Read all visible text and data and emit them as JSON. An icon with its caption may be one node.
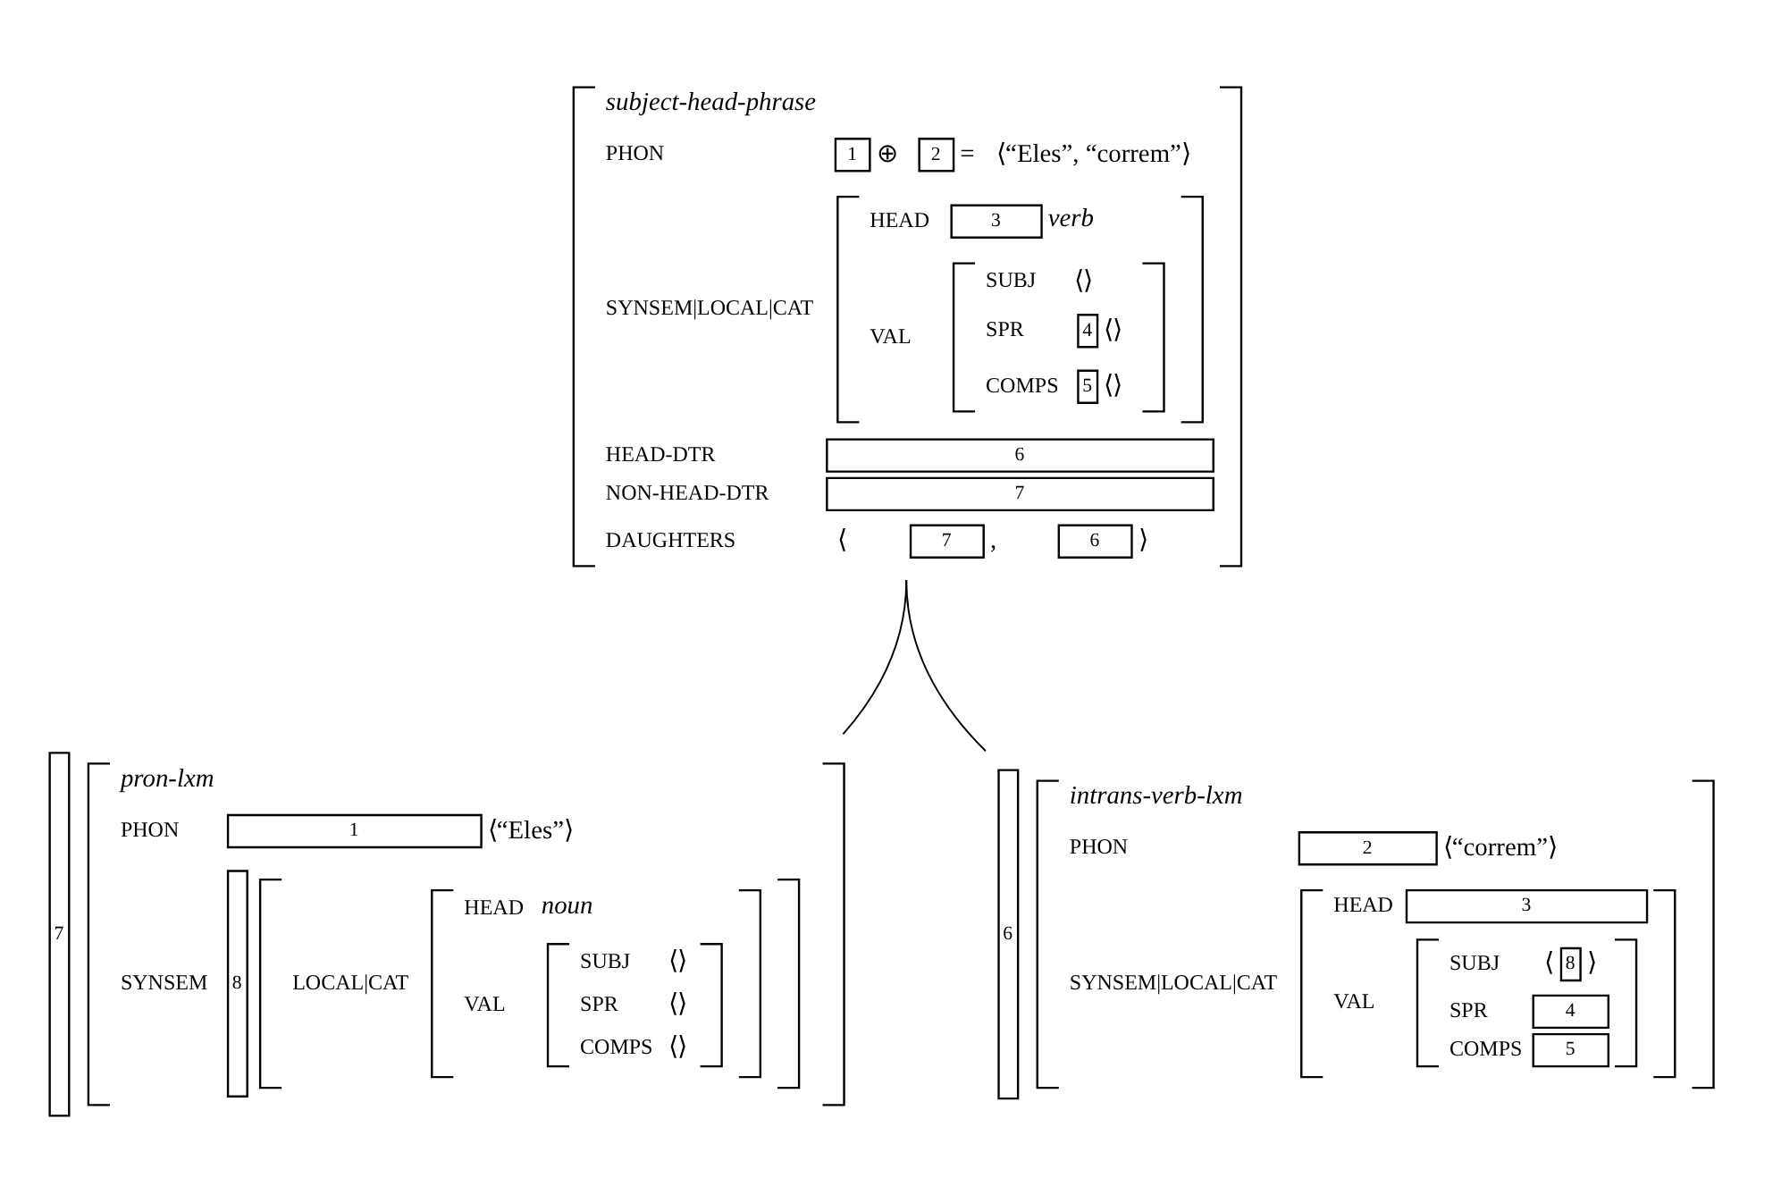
{
  "diagram": {
    "nodes": [
      {
        "text": [
          "subject-head-phrase",
          "PHON",
          "1",
          "⊕",
          "2",
          "=",
          "⟨“Eles”, “correm”⟩",
          "SYNSEM|LOCAL|CAT",
          "HEAD",
          "3",
          "verb",
          "VAL",
          "SUBJ",
          "⟨⟩",
          "SPR",
          "4",
          "⟨⟩",
          "COMPS",
          "5",
          "⟨⟩",
          "HEAD-DTR",
          "6",
          "NON-HEAD-DTR",
          "7",
          "DAUGHTERS",
          "⟨",
          "7",
          ",",
          "6",
          "⟩"
        ]
      },
      {
        "text": [
          "7",
          "pron-lxm",
          "PHON",
          "1",
          "⟨“Eles”⟩",
          "SYNSEM",
          "8",
          "LOCAL|CAT",
          "HEAD",
          "noun",
          "VAL",
          "SUBJ",
          "⟨⟩",
          "SPR",
          "⟨⟩",
          "COMPS",
          "⟨⟩"
        ]
      },
      {
        "text": [
          "6",
          "intrans-verb-lxm",
          "PHON",
          "2",
          "⟨“correm”⟩",
          "SYNSEM|LOCAL|CAT",
          "HEAD",
          "3",
          "VAL",
          "SUBJ",
          "⟨",
          "8",
          "⟩",
          "SPR",
          "4",
          "COMPS",
          "5"
        ]
      }
    ],
    "edges": [
      {
        "from": 0,
        "to": 1,
        "arrow": "none"
      },
      {
        "from": 0,
        "to": 2,
        "arrow": "none"
      }
    ]
  }
}
